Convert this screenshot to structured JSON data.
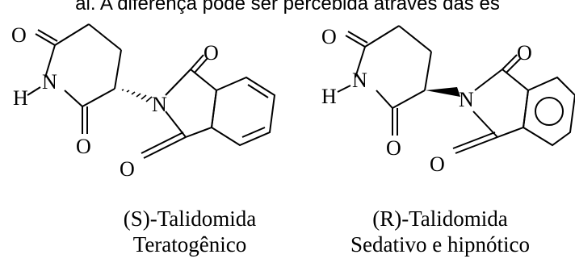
{
  "top_text": "al. A diferença pode ser percebida através das es",
  "atoms": {
    "O": "O",
    "N": "N",
    "H": "H"
  },
  "molecules": [
    {
      "name": "(S)-Talidomida",
      "activity": "Teratogênico",
      "stereo_bond": "hashed-wedge"
    },
    {
      "name": "(R)-Talidomida",
      "activity": "Sedativo e hipnótico",
      "stereo_bond": "solid-wedge"
    }
  ],
  "colors": {
    "ink": "#000000",
    "background": "#ffffff"
  }
}
